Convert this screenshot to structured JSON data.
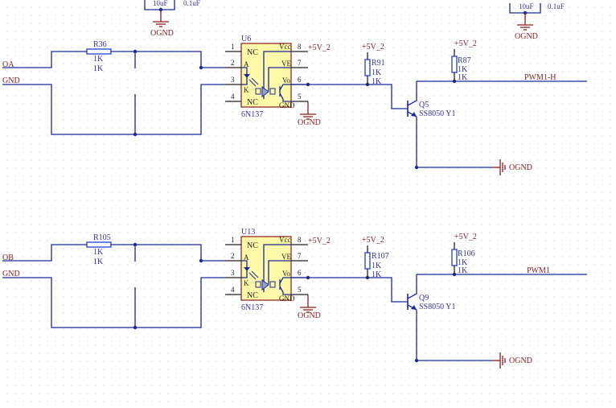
{
  "top_fragments": [
    {
      "cap1_value": "10uF",
      "cap2_value": "0.1uF",
      "gnd_label": "OGND"
    },
    {
      "cap1_value": "10uF",
      "cap2_value": "0.1uF",
      "gnd_label": "OGND"
    }
  ],
  "channels": [
    {
      "input_label": "OA",
      "gnd_label": "GND",
      "resistor": {
        "ref": "R36",
        "value": "1K",
        "comment": "1K"
      },
      "ic": {
        "ref": "U6",
        "part": "6N137",
        "left_pins": [
          "1",
          "2",
          "3",
          "4"
        ],
        "right_pins": [
          "8",
          "7",
          "6",
          "5"
        ],
        "pin_names": {
          "nc1": "NC",
          "a": "A",
          "k": "K",
          "nc4": "NC",
          "vcc": "Vcc",
          "ve": "VE",
          "vo": "Vo",
          "gnd": "GND"
        }
      },
      "vcc_label": "+5V_2",
      "ic_gnd_label": "OGND",
      "pullup1": {
        "ref": "R91",
        "value": "1K",
        "comment": "1K",
        "supply": "+5V_2"
      },
      "transistor": {
        "ref": "Q5",
        "part": "SS8050 Y1"
      },
      "pullup2": {
        "ref": "R87",
        "value": "1K",
        "comment": "1K",
        "supply": "+5V_2"
      },
      "output_net": "PWM1-H",
      "emitter_gnd_label": "OGND"
    },
    {
      "input_label": "OB",
      "gnd_label": "GND",
      "resistor": {
        "ref": "R105",
        "value": "1K",
        "comment": "1K"
      },
      "ic": {
        "ref": "U13",
        "part": "6N137",
        "left_pins": [
          "1",
          "2",
          "3",
          "4"
        ],
        "right_pins": [
          "8",
          "7",
          "6",
          "5"
        ],
        "pin_names": {
          "nc1": "NC",
          "a": "A",
          "k": "K",
          "nc4": "NC",
          "vcc": "Vcc",
          "ve": "VE",
          "vo": "Vo",
          "gnd": "GND"
        }
      },
      "vcc_label": "+5V_2",
      "ic_gnd_label": "OGND",
      "pullup1": {
        "ref": "R107",
        "value": "1K",
        "comment": "1K",
        "supply": "+5V_2"
      },
      "transistor": {
        "ref": "Q9",
        "part": "SS8050 Y1"
      },
      "pullup2": {
        "ref": "R106",
        "value": "1K",
        "comment": "1K",
        "supply": "+5V_2"
      },
      "output_net": "PWM1",
      "emitter_gnd_label": "OGND"
    }
  ],
  "colors": {
    "wire": "#1a2a9c",
    "power": "#8b1c1c",
    "ic_fill": "#fdf9a8",
    "ic_border": "#8b1c1c",
    "pin": "#222222"
  }
}
